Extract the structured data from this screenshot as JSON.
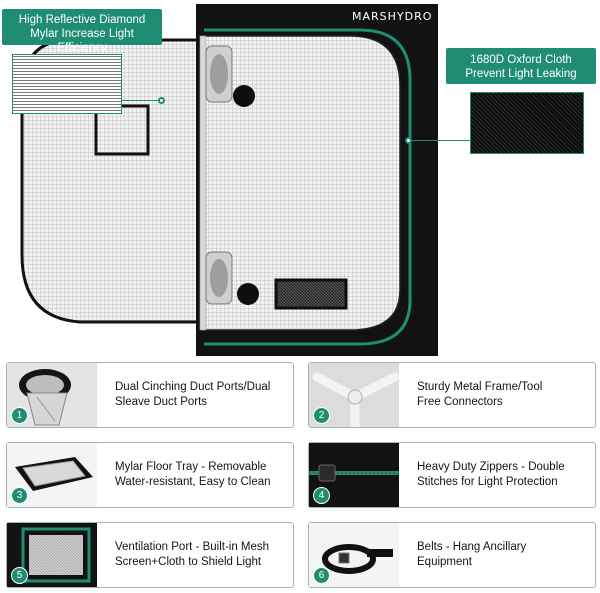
{
  "brand": {
    "logo_text": "MARSHYDRO"
  },
  "callouts": {
    "left": {
      "line1": "High Reflective Diamond",
      "line2": "Mylar Increase Light Efficiency"
    },
    "right": {
      "line1": "1680D Oxford Cloth",
      "line2": "Prevent Light Leaking"
    }
  },
  "features": [
    {
      "number": "1",
      "line1": "Dual Cinching Duct Ports/Dual",
      "line2": "Sleave Duct Ports"
    },
    {
      "number": "2",
      "line1": "Sturdy Metal Frame/Tool",
      "line2": "Free Connectors"
    },
    {
      "number": "3",
      "line1": "Mylar Floor Tray - Removable",
      "line2": "Water-resistant, Easy to Clean"
    },
    {
      "number": "4",
      "line1": "Heavy Duty Zippers - Double",
      "line2": "Stitches for Light Protection"
    },
    {
      "number": "5",
      "line1": "Ventilation Port - Built-in Mesh",
      "line2": "Screen+Cloth to Shield Light"
    },
    {
      "number": "6",
      "line1": "Belts - Hang Ancillary",
      "line2": "Equipment"
    }
  ],
  "colors": {
    "accent": "#1f8d73",
    "tent_black": "#121212",
    "mylar": "#e9e9e9"
  },
  "icons": [
    "duct-port-icon",
    "metal-frame-icon",
    "floor-tray-icon",
    "zipper-icon",
    "vent-window-icon",
    "belt-icon"
  ]
}
